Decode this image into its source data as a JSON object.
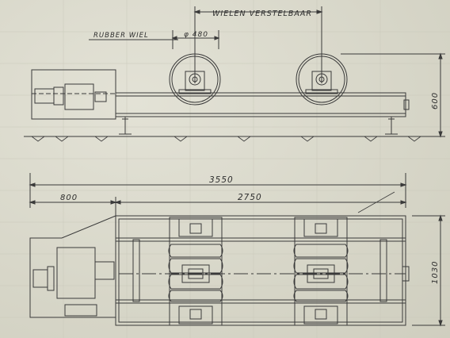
{
  "labels": {
    "wheels_adjustable": "WIELEN VERSTELBAAR",
    "rubber_wheel": "RUBBER WIEL",
    "wheel_diameter": "φ 480",
    "height": "600",
    "overall_length": "3550",
    "drive_length": "800",
    "bed_length": "2750",
    "width": "1030"
  },
  "colors": {
    "paper": "#d9d8ca",
    "ink": "#3a3a3a"
  }
}
